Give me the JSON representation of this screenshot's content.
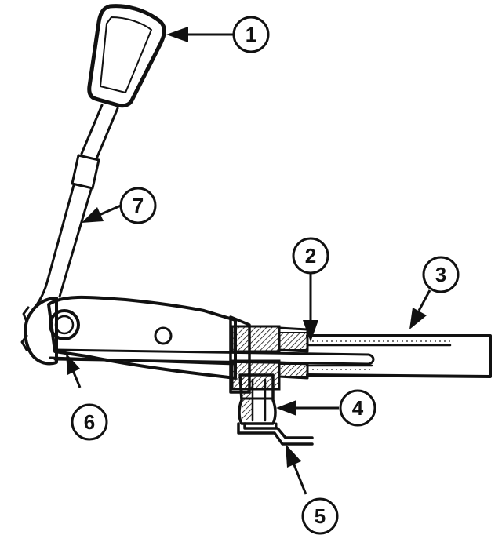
{
  "callouts": [
    {
      "id": "c1",
      "label": "1"
    },
    {
      "id": "c2",
      "label": "2"
    },
    {
      "id": "c3",
      "label": "3"
    },
    {
      "id": "c4",
      "label": "4"
    },
    {
      "id": "c5",
      "label": "5"
    },
    {
      "id": "c6",
      "label": "6"
    },
    {
      "id": "c7",
      "label": "7"
    }
  ],
  "colors": {
    "ink": "#111111",
    "paper": "#ffffff"
  }
}
